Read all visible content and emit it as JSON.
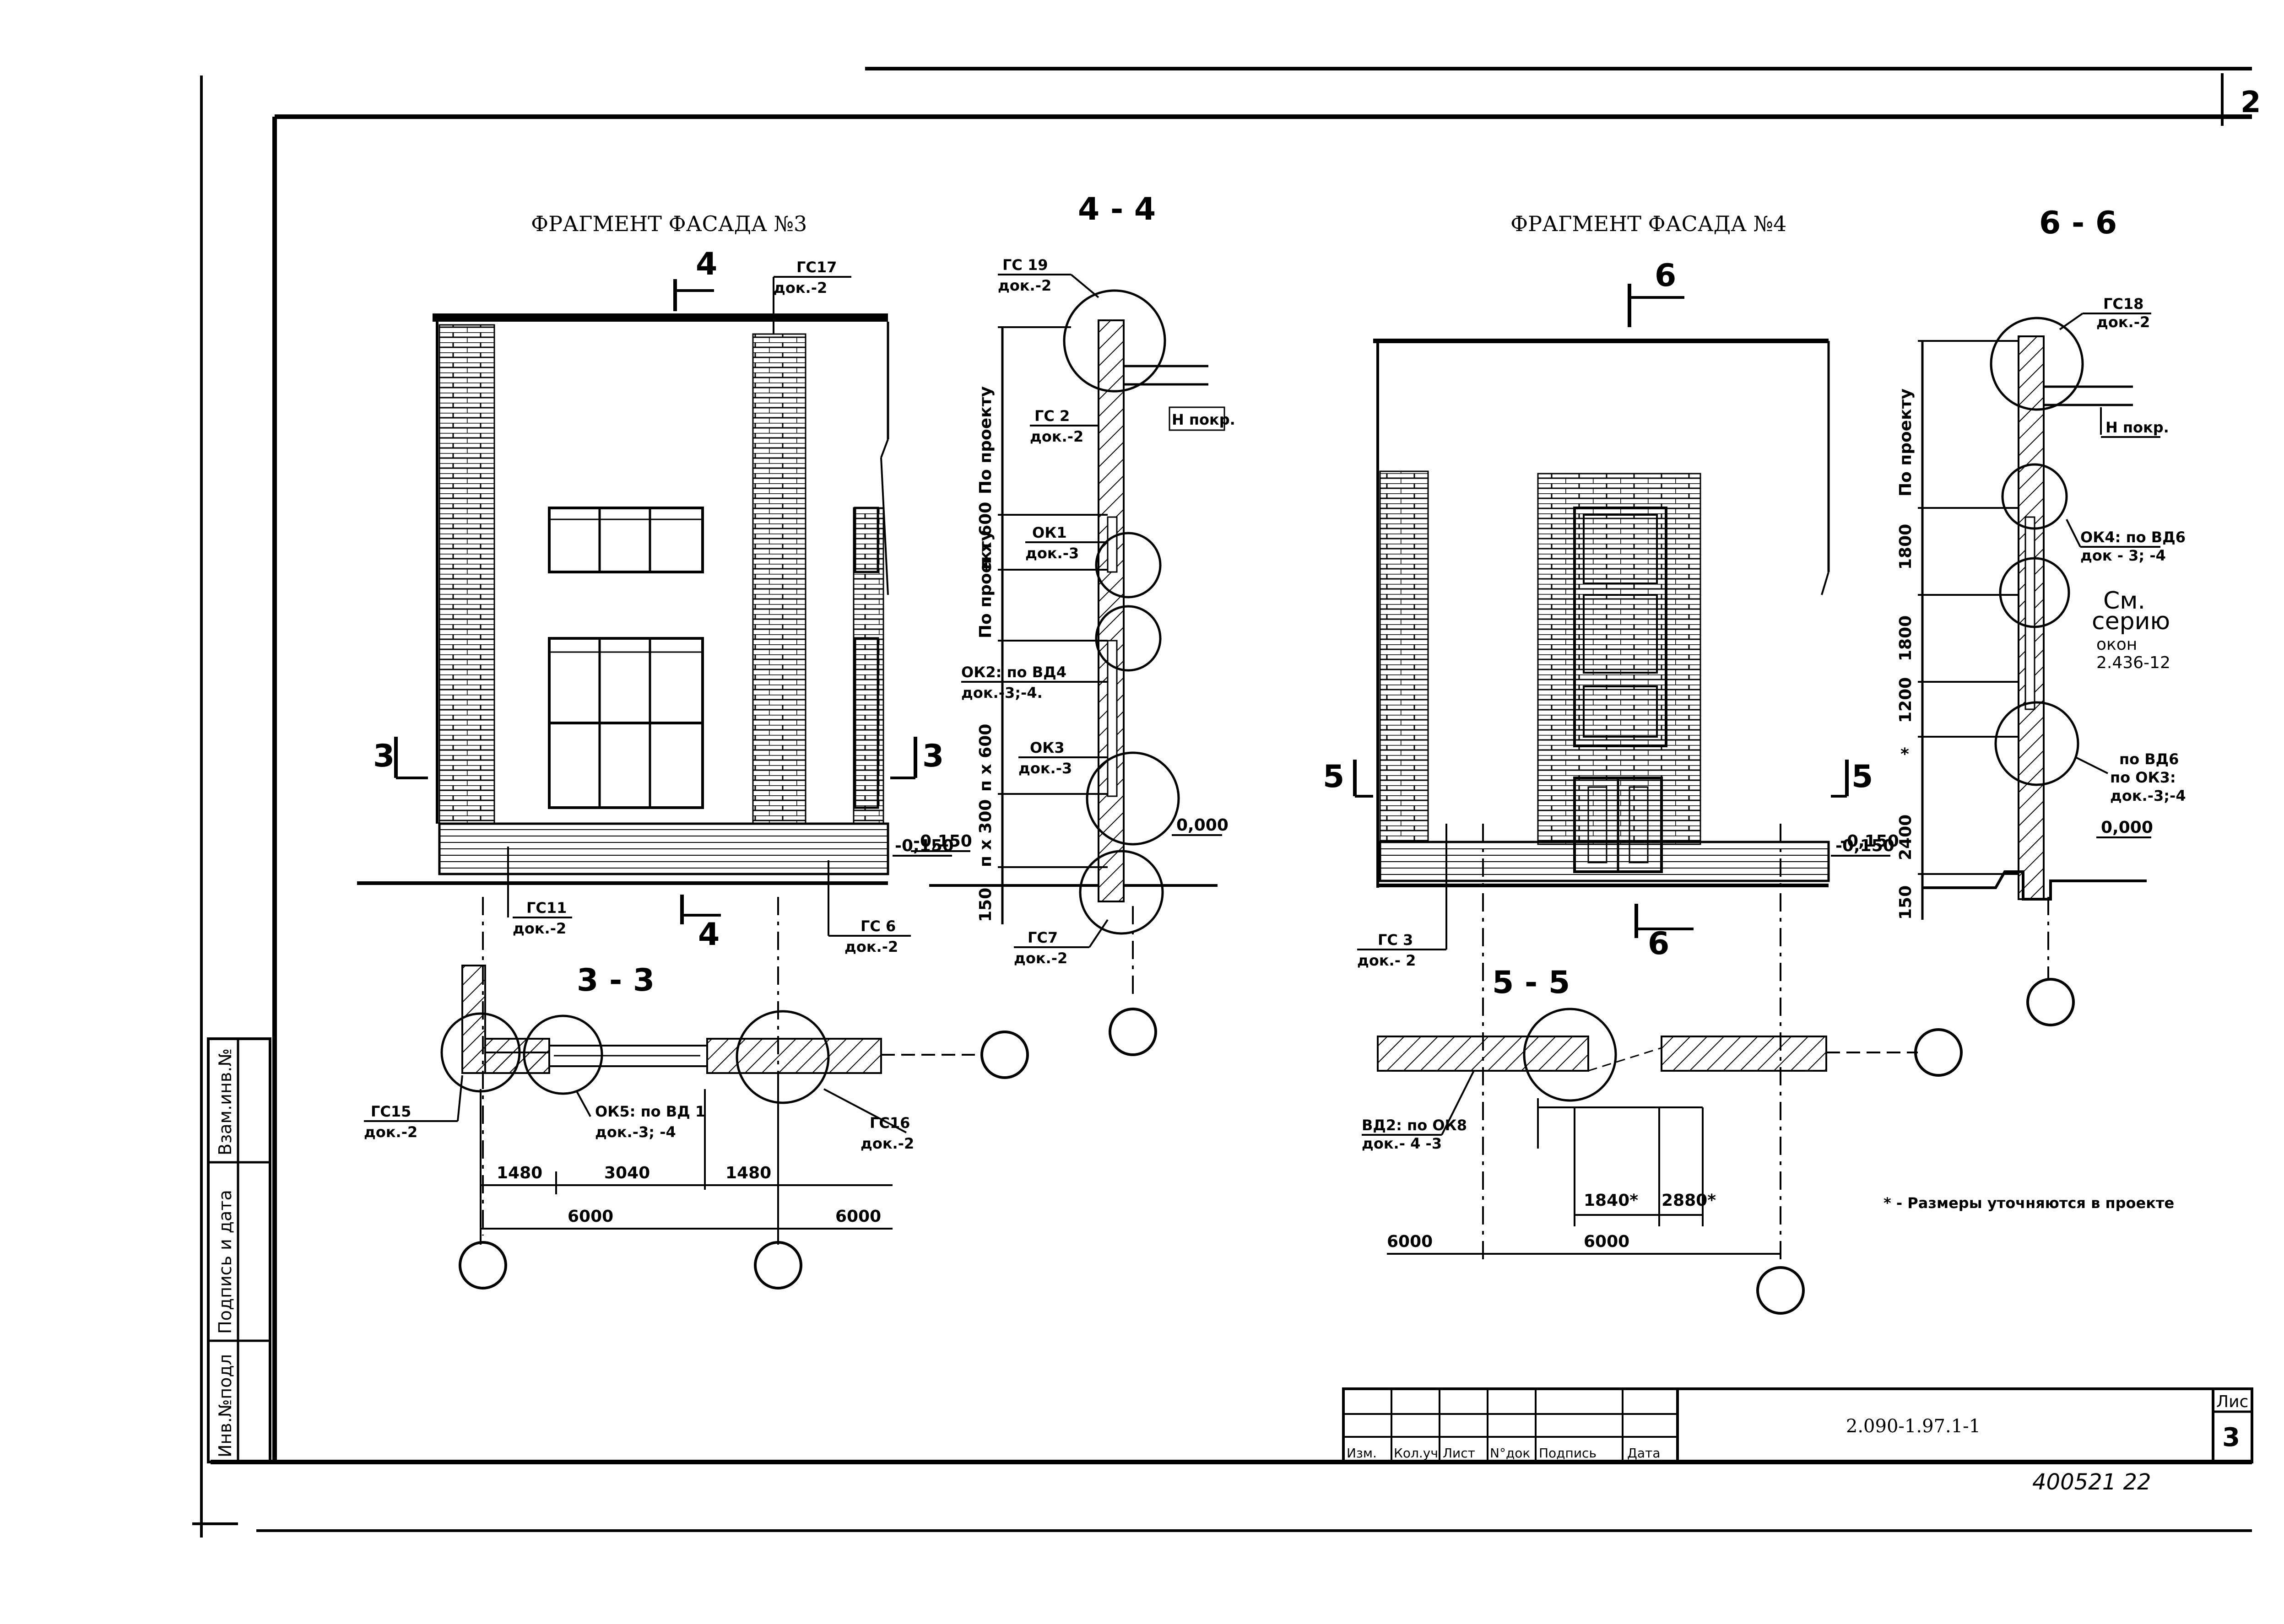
{
  "sheet": {
    "page_corner_number": "2",
    "doc_code": "2.090-1.97.1-1",
    "sheet_label_short": "Лис",
    "sheet_number": "3",
    "handwritten_number": "400521  22",
    "footnote": "* - Размеры уточняются в проекте"
  },
  "stamp": {
    "columns": [
      "Изм.",
      "Кол.уч",
      "Лист",
      "N°док",
      "Подпись",
      "Дата"
    ]
  },
  "side_strip": {
    "labels": [
      "Инв.№подл",
      "Подпись и дата",
      "Взам.инв.№"
    ]
  },
  "facade3": {
    "title": "ФРАГМЕНТ ФАСАДА №3",
    "section_mark_top": "4",
    "section_mark_bottom": "4",
    "section_mark_left": "3",
    "section_mark_right": "3",
    "level_label": "-0,150",
    "callouts": [
      {
        "code": "ГС17",
        "doc": "док.-2"
      },
      {
        "code": "ГС11",
        "doc": "док.-2"
      },
      {
        "code": "ГС 6",
        "doc": "док.-2"
      }
    ]
  },
  "section44": {
    "title": "4 - 4",
    "callouts": [
      {
        "code": "ГС 19",
        "doc": "док.-2"
      },
      {
        "code": "ГС 2",
        "doc": "док.-2"
      },
      {
        "code": "ОК1",
        "doc": "док.-3"
      },
      {
        "code": "ОК2: по ВД4",
        "doc": "док.-3;-4."
      },
      {
        "code": "ОК3",
        "doc": "док.-3"
      },
      {
        "code": "ГС7",
        "doc": "док.-2"
      }
    ],
    "roof_label": "Н покр.",
    "vertical_dims": [
      "По проекту",
      "п х 600",
      "По проекту",
      "п х 600",
      "п х 300",
      "150"
    ],
    "levels": [
      "0,000",
      "-0,150"
    ]
  },
  "section33": {
    "title": "3 - 3",
    "callouts": [
      {
        "code": "ГС15",
        "doc": "док.-2"
      },
      {
        "code": "ОК5: по ВД 1",
        "doc": "док.-3; -4"
      },
      {
        "code": "ГС16",
        "doc": "док.-2"
      }
    ],
    "dims": [
      "1480",
      "3040",
      "1480"
    ],
    "dims_total": [
      "6000",
      "6000"
    ]
  },
  "facade4": {
    "title": "ФРАГМЕНТ ФАСАДА №4",
    "section_mark_top": "6",
    "section_mark_bottom": "6",
    "section_mark_left": "5",
    "section_mark_right": "5",
    "level_label": "-0,150",
    "callouts": [
      {
        "code": "ГС 3",
        "doc": "док.- 2"
      }
    ]
  },
  "section66": {
    "title": "6 - 6",
    "callouts": [
      {
        "code": "ГС18",
        "doc": "док.-2"
      },
      {
        "code": "ОК4: по ВД6",
        "doc": "док - 3; -4"
      },
      {
        "code": "по ВД6",
        "doc": "по ОК3:"
      },
      {
        "code": "док.-3;-4",
        "doc": ""
      }
    ],
    "roof_label": "Н покр.",
    "series_note": [
      "См.",
      "серию",
      "окон",
      "2.436-12"
    ],
    "vertical_dims": [
      "По проекту",
      "1800",
      "1800",
      "1200",
      "*",
      "2400",
      "150"
    ],
    "levels": [
      "0,000",
      "-0,150"
    ]
  },
  "section55": {
    "title": "5 - 5",
    "callouts": [
      {
        "code": "ВД2: по ОК8",
        "doc": "док.- 4 -3"
      }
    ],
    "dims": [
      "1840*",
      "2880*"
    ],
    "dims_total": [
      "6000",
      "6000"
    ]
  }
}
